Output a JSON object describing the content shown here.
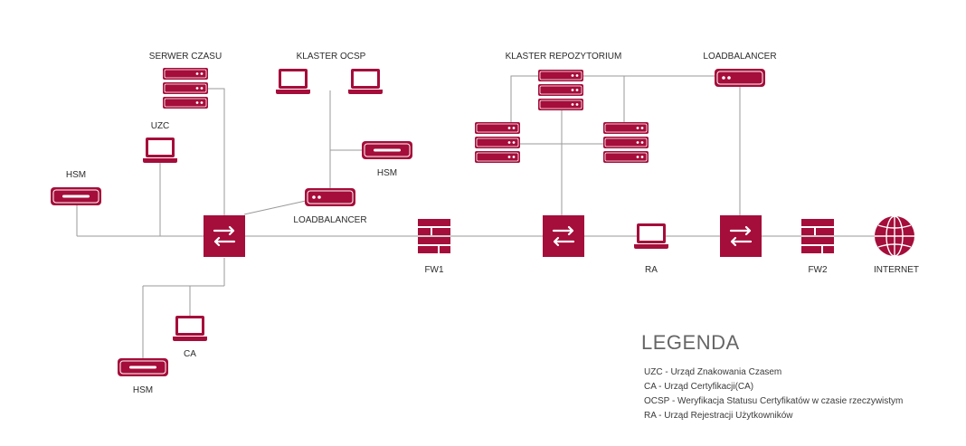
{
  "colors": {
    "accent": "#a50d3a",
    "line": "#9a9a9a",
    "text": "#2b2b2b"
  },
  "labels": {
    "serwer_czasu": "SERWER CZASU",
    "klaster_ocsp": "KLASTER OCSP",
    "klaster_repozytorium": "KLASTER REPOZYTORIUM",
    "loadbalancer_top": "LOADBALANCER",
    "uzc": "UZC",
    "hsm_left": "HSM",
    "hsm_ocsp": "HSM",
    "hsm_bottom": "HSM",
    "loadbalancer_mid": "LOADBALANCER",
    "fw1": "FW1",
    "ra": "RA",
    "fw2": "FW2",
    "internet": "INTERNET",
    "ca": "CA"
  },
  "legend": {
    "title": "LEGENDA",
    "items": [
      "UZC  - Urząd Znakowania Czasem",
      "CA - Urząd Certyfikacji(CA)",
      "OCSP - Weryfikacja Statusu Certyfikatów w czasie rzeczywistym",
      "RA - Urząd Rejestracji Użytkowników"
    ]
  },
  "icons": [
    "server-stack-icon",
    "laptop-icon",
    "hsm-icon",
    "loadbalancer-icon",
    "router-icon",
    "firewall-icon",
    "globe-icon"
  ]
}
